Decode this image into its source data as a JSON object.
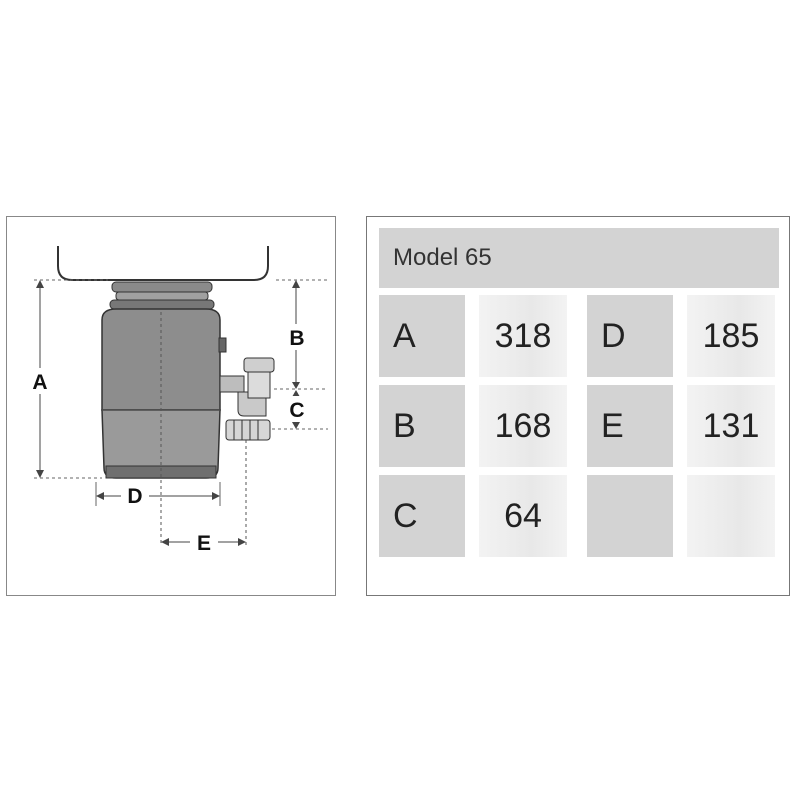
{
  "diagram": {
    "labels": {
      "a": "A",
      "b": "B",
      "c": "C",
      "d": "D",
      "e": "E"
    }
  },
  "spec_table": {
    "model_title": "Model 65",
    "rows": [
      {
        "left_key": "A",
        "left_value": "318",
        "right_key": "D",
        "right_value": "185"
      },
      {
        "left_key": "B",
        "left_value": "168",
        "right_key": "E",
        "right_value": "131"
      },
      {
        "left_key": "C",
        "left_value": "64",
        "right_key": "",
        "right_value": ""
      }
    ]
  }
}
